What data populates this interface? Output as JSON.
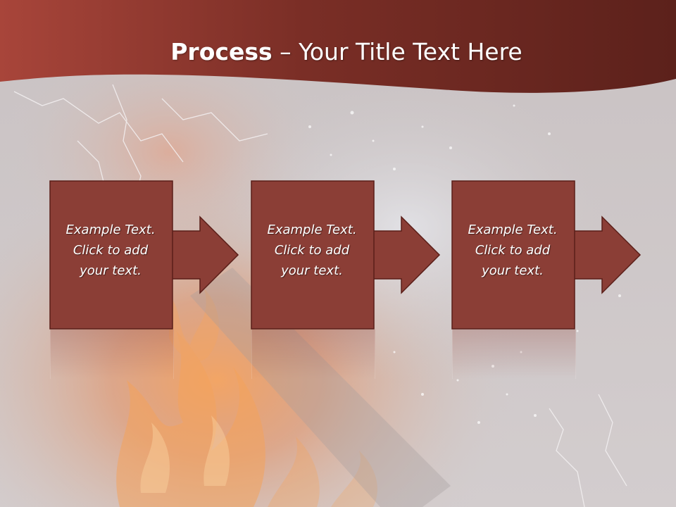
{
  "slide": {
    "title_bold": "Process",
    "title_rest": " – Your Title Text Here"
  },
  "steps": [
    {
      "line1": "Example Text.",
      "line2": "Click  to add",
      "line3": "your text."
    },
    {
      "line1": "Example Text.",
      "line2": "Click  to add",
      "line3": "your text."
    },
    {
      "line1": "Example Text.",
      "line2": "Click  to add",
      "line3": "your text."
    }
  ],
  "colors": {
    "banner_dark": "#5c211b",
    "banner_light": "#a8453a",
    "box_fill": "#8b3e36",
    "box_border": "#5a1e18",
    "background": "#cfc9ca"
  },
  "icons": {
    "connector": "right-arrow-icon",
    "background": "fire-water-lightning-art"
  }
}
